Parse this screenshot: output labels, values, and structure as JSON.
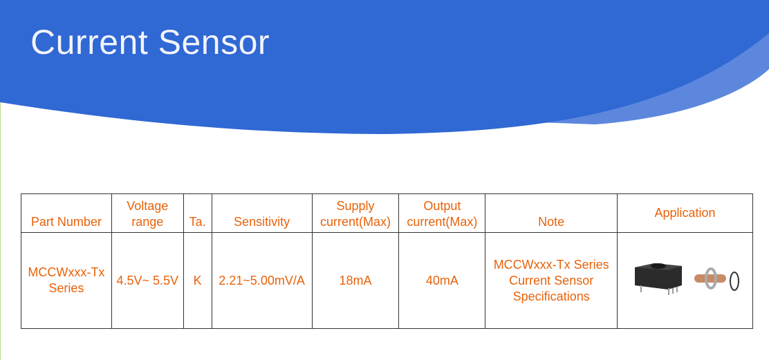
{
  "title": "Current Sensor",
  "colors": {
    "banner": "#3068d4",
    "banner_light": "#5c87dd",
    "text": "#e8620a"
  },
  "table": {
    "headers": [
      [
        "Part Number"
      ],
      [
        "Voltage",
        "range"
      ],
      [
        "Ta."
      ],
      [
        "Sensitivity"
      ],
      [
        "Supply",
        "current(Max)"
      ],
      [
        "Output",
        "current(Max)"
      ],
      [
        "Note"
      ],
      [
        "Application"
      ]
    ],
    "row": {
      "part": [
        "MCCWxxx-Tx",
        "Series"
      ],
      "voltage": "4.5V~ 5.5V",
      "ta": "K",
      "sensitivity": "2.21~5.00mV/A",
      "supply": "18mA",
      "output": "40mA",
      "note": [
        "MCCWxxx-Tx Series",
        "Current Sensor",
        "Specifications"
      ]
    }
  }
}
